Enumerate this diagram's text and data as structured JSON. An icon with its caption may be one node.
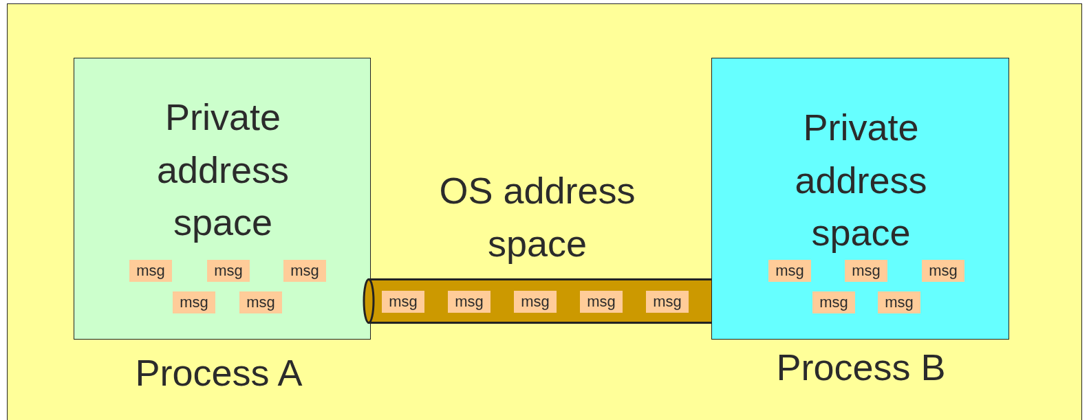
{
  "diagram": {
    "nodes": [
      {
        "text": [
          "OS address space"
        ]
      },
      {
        "text": [
          "Private address space",
          "Process A"
        ],
        "in": 0
      },
      {
        "text": [
          "msg"
        ],
        "in": 1
      },
      {
        "text": [
          "msg"
        ],
        "in": 1
      },
      {
        "text": [
          "msg"
        ],
        "in": 1
      },
      {
        "text": [
          "msg"
        ],
        "in": 1
      },
      {
        "text": [
          "msg"
        ],
        "in": 1
      },
      {
        "text": [],
        "shape": "cylinder",
        "in": 0
      },
      {
        "text": [
          "msg"
        ],
        "in": 7
      },
      {
        "text": [
          "msg"
        ],
        "in": 7
      },
      {
        "text": [
          "msg"
        ],
        "in": 7
      },
      {
        "text": [
          "msg"
        ],
        "in": 7
      },
      {
        "text": [
          "msg"
        ],
        "in": 7
      },
      {
        "text": [
          "Private address space",
          "Process B"
        ],
        "in": 0
      },
      {
        "text": [
          "msg"
        ],
        "in": 13
      },
      {
        "text": [
          "msg"
        ],
        "in": 13
      },
      {
        "text": [
          "msg"
        ],
        "in": 13
      },
      {
        "text": [
          "msg"
        ],
        "in": 13
      },
      {
        "text": [
          "msg"
        ],
        "in": 13
      }
    ]
  }
}
